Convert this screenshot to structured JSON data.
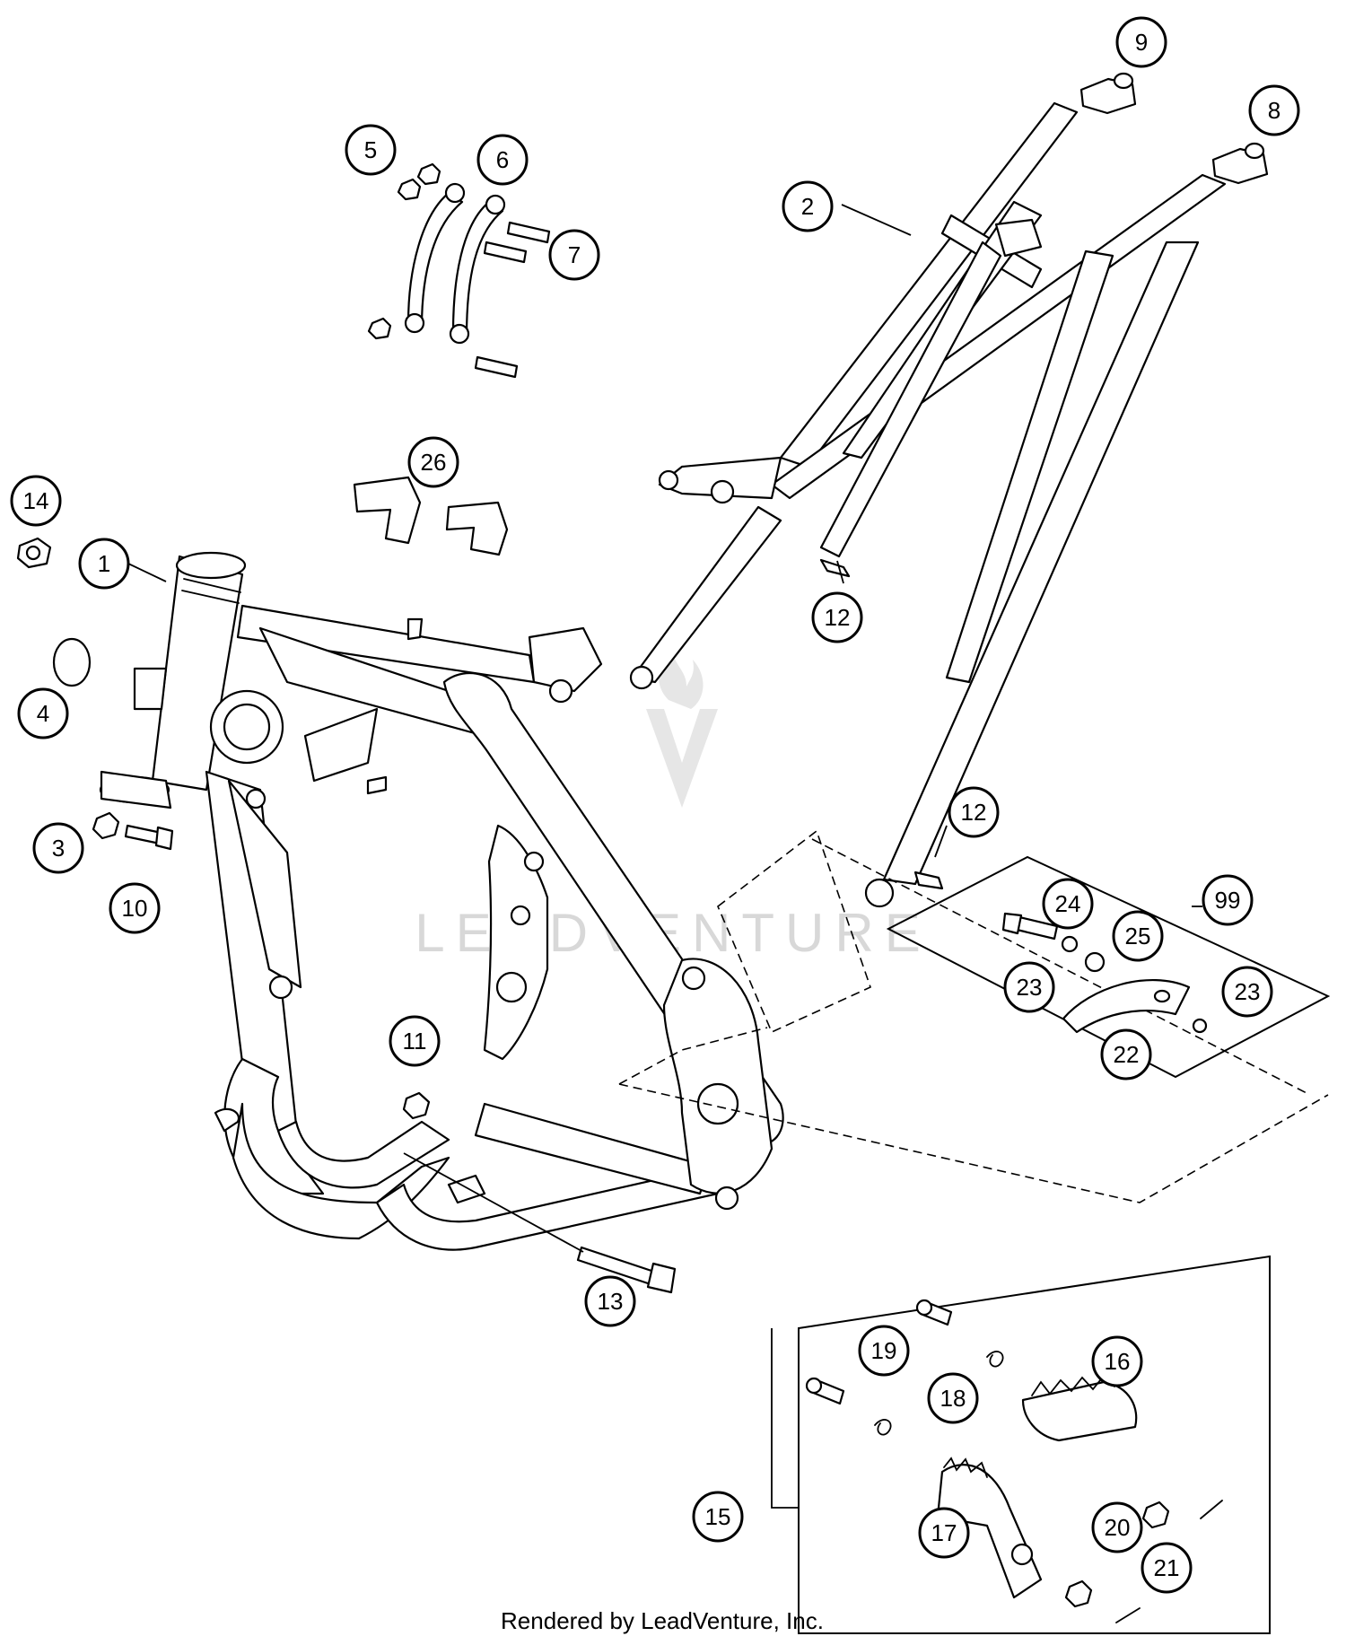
{
  "watermark": "LEADVENTURE",
  "footer": "Rendered by LeadVenture, Inc.",
  "callouts": {
    "c1": "1",
    "c2": "2",
    "c3": "3",
    "c4": "4",
    "c5": "5",
    "c6": "6",
    "c7": "7",
    "c8": "8",
    "c9": "9",
    "c10": "10",
    "c11": "11",
    "c12a": "12",
    "c12b": "12",
    "c13": "13",
    "c14": "14",
    "c15": "15",
    "c16": "16",
    "c17": "17",
    "c18": "18",
    "c19": "19",
    "c20": "20",
    "c21": "21",
    "c22": "22",
    "c23a": "23",
    "c23b": "23",
    "c24": "24",
    "c25": "25",
    "c26": "26",
    "c99": "99"
  }
}
